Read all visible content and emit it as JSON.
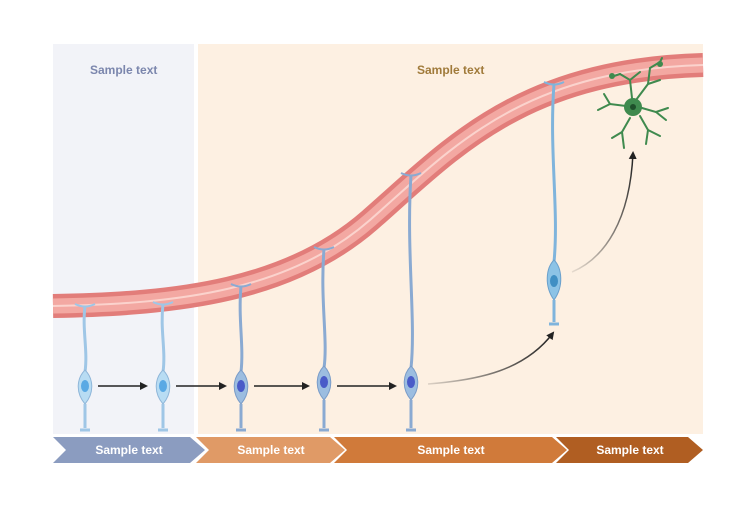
{
  "panels": {
    "left": {
      "title": "Sample text",
      "bg": "#f2f3f8",
      "title_color": "#7b86ad"
    },
    "right": {
      "title": "Sample text",
      "bg": "#fdf0e2",
      "title_color": "#a07a3a"
    }
  },
  "stages": [
    {
      "label": "Sample text",
      "color": "#8b9cc0"
    },
    {
      "label": "Sample text",
      "color": "#e09a66"
    },
    {
      "label": "Sample text",
      "color": "#d07a3a"
    },
    {
      "label": "Sample text",
      "color": "#b05e22"
    }
  ],
  "colors": {
    "vessel_outer": "#e27d7a",
    "vessel_inner": "#f3a8a2",
    "vessel_line": "#fbd3cd",
    "cell_light": "#b8dcf3",
    "cell_mid": "#9cbde0",
    "cell_blue": "#7fb4dc",
    "nucleus_light": "#5aa9e4",
    "nucleus_dark": "#4a5bc8",
    "neuron": "#3f8a4e",
    "arrow": "#222222"
  },
  "icons": [
    "vessel",
    "radial-glial-cell",
    "neuron",
    "arrow"
  ]
}
